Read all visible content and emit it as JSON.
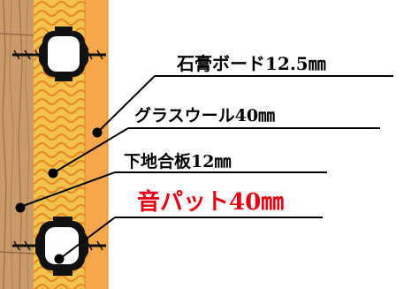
{
  "diagram": {
    "labels": {
      "gypsum_board": "石膏ボード12.5㎜",
      "glass_wool": "グラスウール40㎜",
      "plywood": "下地合板12㎜",
      "sound_pad": "音パット40㎜"
    },
    "colors": {
      "wood_panel": "#c99a6b",
      "wood_grain": "#a8774a",
      "plywood_layer": "#f5a54a",
      "wool_layer": "#f3c24a",
      "wool_wave": "#e8892a",
      "line": "#000000",
      "label_text": "#000000",
      "highlight_text": "#e60012"
    }
  }
}
